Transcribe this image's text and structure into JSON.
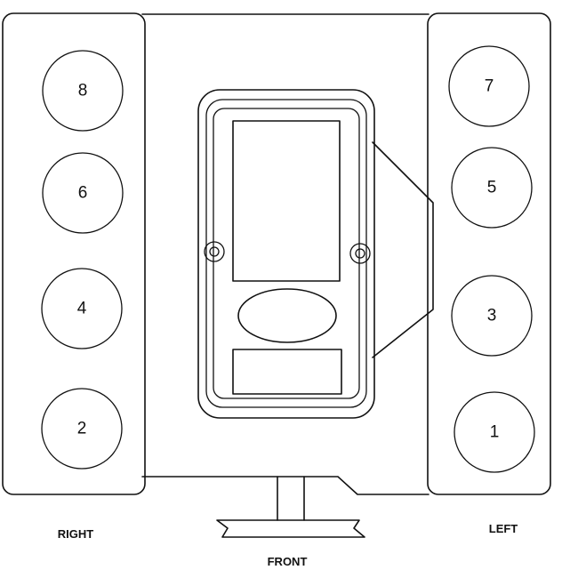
{
  "labels": {
    "right": "RIGHT",
    "left": "LEFT",
    "front": "FRONT"
  },
  "cylinders": {
    "right_bank": [
      "8",
      "6",
      "4",
      "2"
    ],
    "left_bank": [
      "7",
      "5",
      "3",
      "1"
    ]
  }
}
